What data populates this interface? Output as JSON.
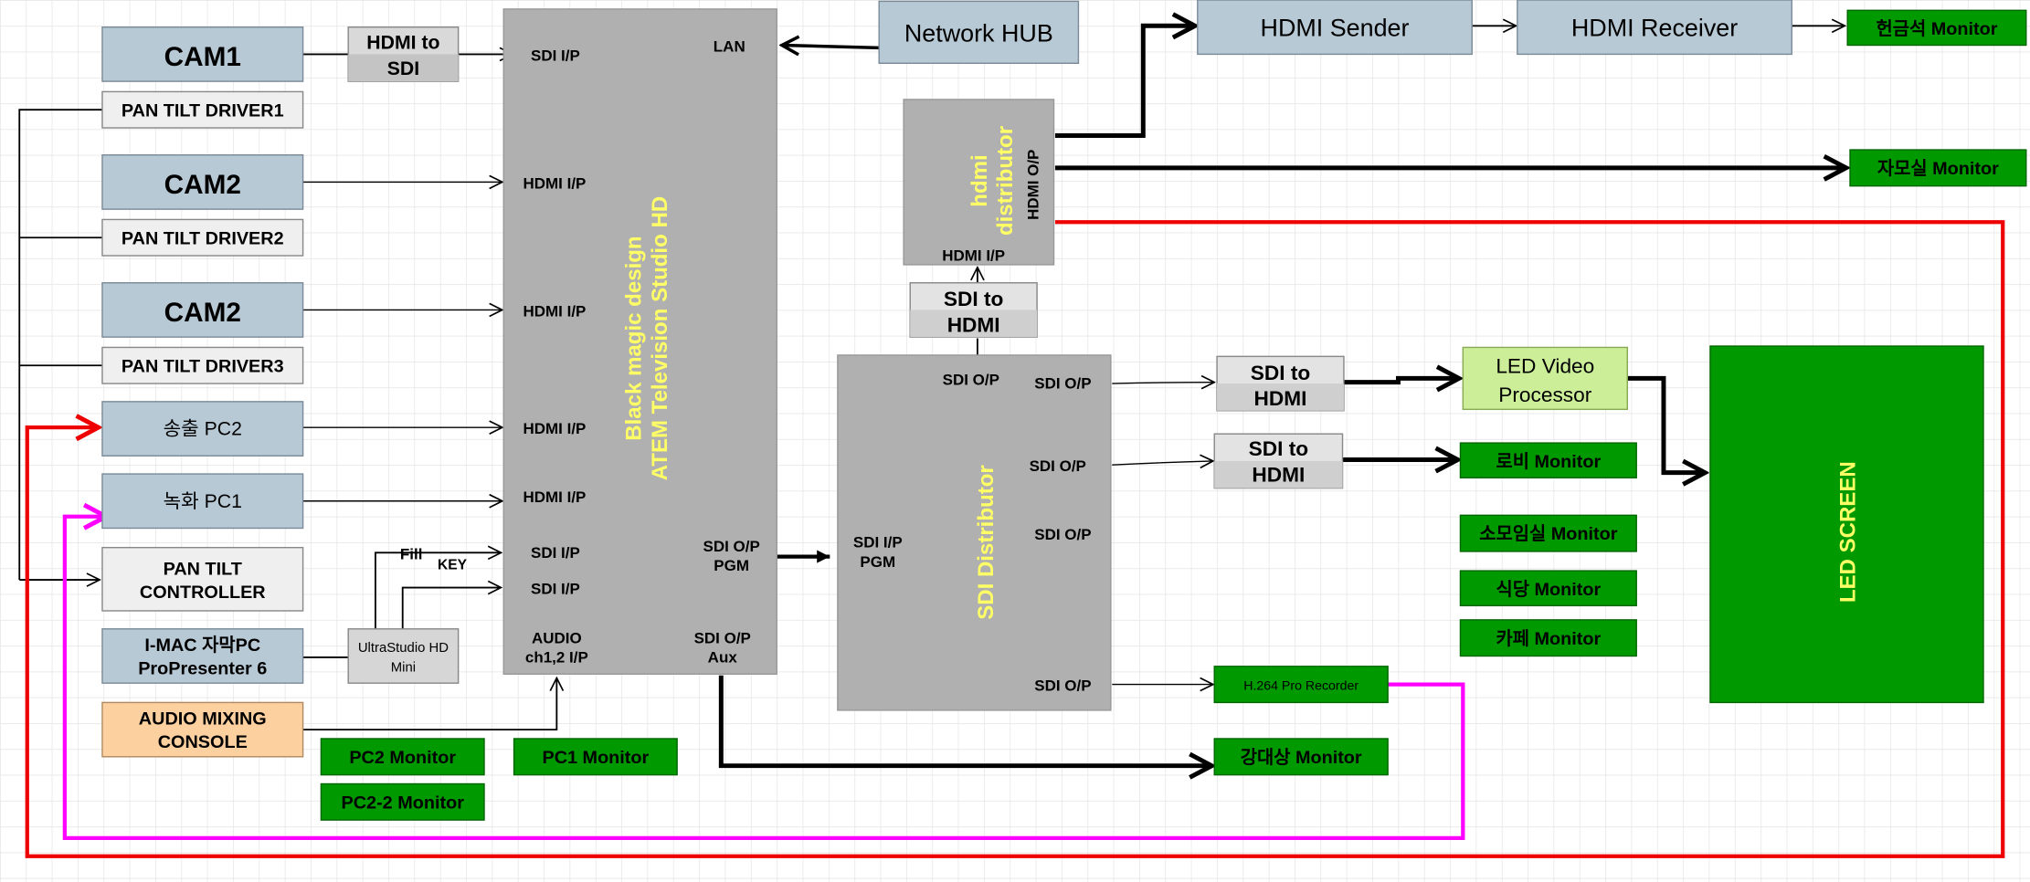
{
  "cameras": {
    "cam1": "CAM1",
    "cam2a": "CAM2",
    "cam2b": "CAM2",
    "pan_tilt_driver1": "PAN TILT DRIVER1",
    "pan_tilt_driver2": "PAN TILT DRIVER2",
    "pan_tilt_driver3": "PAN TILT DRIVER3",
    "pan_tilt_controller": [
      "PAN TILT",
      "CONTROLLER"
    ]
  },
  "sources": {
    "song_pc2": "송출 PC2",
    "rec_pc1": "녹화 PC1",
    "imac": [
      "I-MAC 자막PC",
      "ProPresenter 6"
    ],
    "audio_console": [
      "AUDIO MIXING",
      "CONSOLE"
    ],
    "hdmi_to_sdi": [
      "HDMI to",
      "SDI"
    ],
    "ultrastudio": [
      "UltraStudio HD",
      "Mini"
    ],
    "fill": "Fill",
    "key": "KEY"
  },
  "atem": {
    "title_line1": "Black magic design",
    "title_line2": "ATEM Television Studio HD",
    "sdi_ip_top": "SDI I/P",
    "lan": "LAN",
    "hdmi_ip_1": "HDMI I/P",
    "hdmi_ip_2": "HDMI I/P",
    "hdmi_ip_3": "HDMI I/P",
    "hdmi_ip_4": "HDMI I/P",
    "sdi_ip_fill": "SDI I/P",
    "sdi_ip_key": "SDI I/P",
    "audio": [
      "AUDIO",
      "ch1,2 I/P"
    ],
    "sdi_op_pgm": [
      "SDI O/P",
      "PGM"
    ],
    "sdi_op_aux": [
      "SDI O/P",
      "Aux"
    ]
  },
  "network": {
    "hub": "Network HUB",
    "hdmi_sender": "HDMI Sender",
    "hdmi_receiver": "HDMI Receiver"
  },
  "hdmi_distributor": {
    "title_line1": "hdmi",
    "title_line2": "distributor",
    "hdmi_op": "HDMI O/P",
    "hdmi_ip": "HDMI I/P"
  },
  "sdi_to_hdmi_top": [
    "SDI to",
    "HDMI"
  ],
  "sdi_distributor": {
    "title": "SDI Distributor",
    "sdi_op_top": "SDI O/P",
    "sdi_op_1": "SDI O/P",
    "sdi_op_2": "SDI O/P",
    "sdi_op_3": "SDI O/P",
    "sdi_op_4": "SDI O/P",
    "sdi_ip_pgm": [
      "SDI I/P",
      "PGM"
    ]
  },
  "converters": {
    "sdi_to_hdmi_1": [
      "SDI to",
      "HDMI"
    ],
    "sdi_to_hdmi_2": [
      "SDI to",
      "HDMI"
    ],
    "led_processor": [
      "LED Video",
      "Processor"
    ],
    "recorder": "H.264 Pro Recorder"
  },
  "monitors": {
    "hyeongeumseok": "헌금석 Monitor",
    "jamosil": "자모실 Monitor",
    "lobby": "로비 Monitor",
    "somoimsil": "소모임실 Monitor",
    "sikdang": "식당 Monitor",
    "cafe": "카페 Monitor",
    "gangdaesang": "강대상 Monitor",
    "pc2": "PC2 Monitor",
    "pc1": "PC1 Monitor",
    "pc2_2": "PC2-2 Monitor"
  },
  "led_screen": "LED SCREEN",
  "colors": {
    "blue_box": "#b8c9d6",
    "gray_block": "#b0b0b0",
    "green_monitor": "#009900",
    "light_green": "#ccee99",
    "orange": "#fdd0a0",
    "yellow_text": "#ffff66",
    "red_line": "#ee0000",
    "magenta_line": "#ff00ff"
  }
}
